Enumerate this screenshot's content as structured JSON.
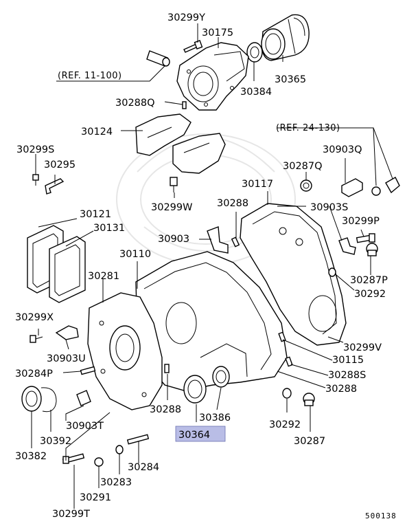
{
  "diagram": {
    "highlight_color": "#b9bde6",
    "highlighted_part": "30364",
    "footer_code": "500138",
    "references": [
      "(REF. 11-100)",
      "(REF. 24-130)"
    ],
    "parts": {
      "p30299Y": "30299Y",
      "p30175": "30175",
      "p30365": "30365",
      "p30384": "30384",
      "p30288Q": "30288Q",
      "p30124": "30124",
      "p30299S": "30299S",
      "p30295": "30295",
      "p30287Q": "30287Q",
      "p30903Q": "30903Q",
      "p30299W": "30299W",
      "p30117": "30117",
      "p30288a": "30288",
      "p30903S": "30903S",
      "p30121": "30121",
      "p30131": "30131",
      "p30903": "30903",
      "p30299P": "30299P",
      "p30110": "30110",
      "p30287P": "30287P",
      "p30281": "30281",
      "p30292a": "30292",
      "p30299X": "30299X",
      "p30299V": "30299V",
      "p30903U": "30903U",
      "p30115": "30115",
      "p30284P": "30284P",
      "p30288S": "30288S",
      "p30288b": "30288",
      "p30288c": "30288",
      "p30386": "30386",
      "p30292b": "30292",
      "p30903T": "30903T",
      "p30364": "30364",
      "p30392": "30392",
      "p30287": "30287",
      "p30382": "30382",
      "p30284": "30284",
      "p30283": "30283",
      "p30291": "30291",
      "p30299T": "30299T"
    }
  }
}
